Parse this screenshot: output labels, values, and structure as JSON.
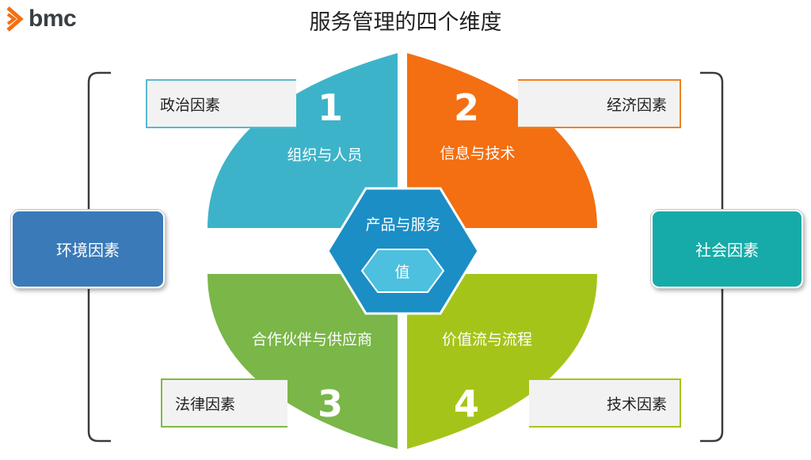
{
  "header": {
    "logo_text": "bmc",
    "title": "服务管理的四个维度"
  },
  "outer_factors": {
    "left": "环境因素",
    "right": "社会因素"
  },
  "factors": {
    "top_left": "政治因素",
    "top_right": "经济因素",
    "bottom_left": "法律因素",
    "bottom_right": "技术因素"
  },
  "quadrants": [
    {
      "number": "1",
      "label": "组织与人员",
      "color": "#3db3c9"
    },
    {
      "number": "2",
      "label": "信息与技术",
      "color": "#f36f12"
    },
    {
      "number": "3",
      "label": "合作伙伴与供应商",
      "color": "#7ab648"
    },
    {
      "number": "4",
      "label": "价值流与流程",
      "color": "#a5c41a"
    }
  ],
  "center": {
    "label": "产品与服务",
    "value_label": "值"
  },
  "colors": {
    "left_box": "#3a7ab8",
    "right_box": "#16aba8",
    "hexagon": "#1b8ec6",
    "inner_hexagon": "#4cc0de",
    "logo_orange": "#f36f12"
  }
}
